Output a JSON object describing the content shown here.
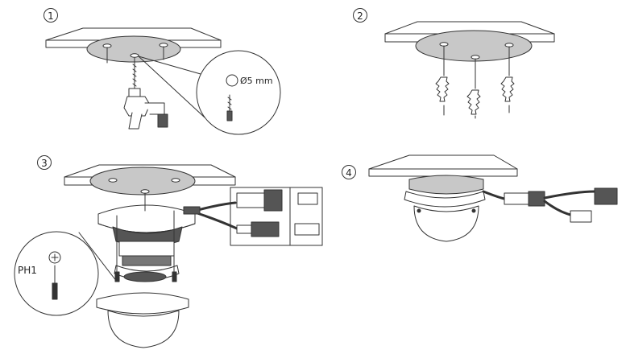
{
  "steps": [
    {
      "number": "1"
    },
    {
      "number": "2"
    },
    {
      "number": "3"
    },
    {
      "number": "4"
    }
  ],
  "drill_callout": {
    "size_label": "Ø5 mm"
  },
  "screwdriver_callout": {
    "label": "PH1"
  },
  "colors": {
    "line": "#333333",
    "plate_fill": "#c8c8c8",
    "white": "#ffffff"
  }
}
